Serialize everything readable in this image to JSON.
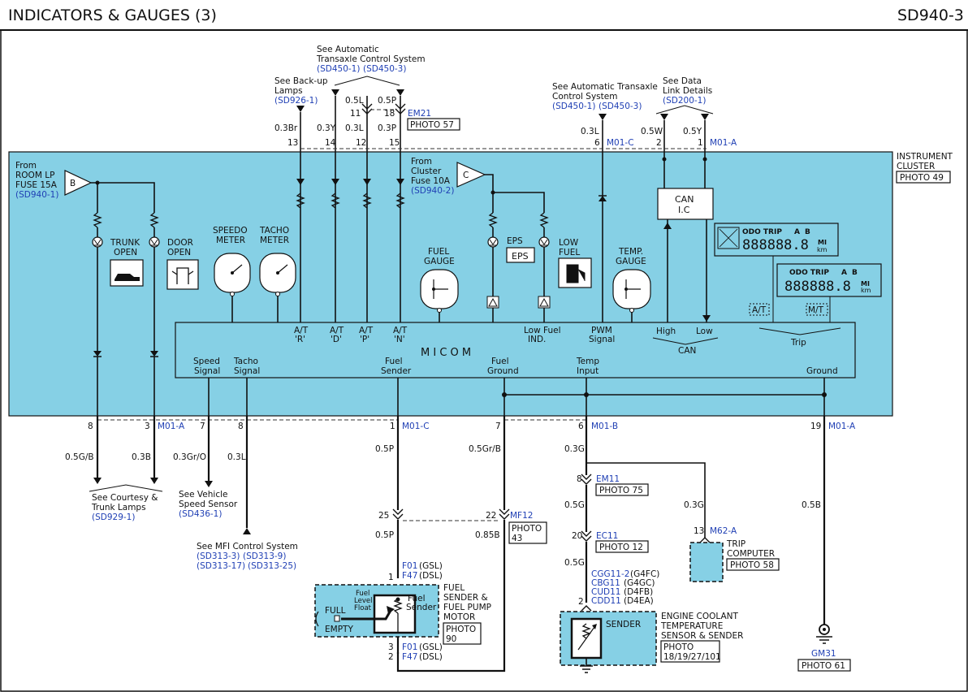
{
  "header": {
    "title": "INDICATORS & GAUGES (3)",
    "code": "SD940-3"
  },
  "refs": {
    "atcs_top": [
      "See Automatic",
      "Transaxle Control System"
    ],
    "atcs_top_codes": [
      "(SD450-1)",
      "(SD450-3)"
    ],
    "backup": [
      "See Back-up",
      "Lamps"
    ],
    "backup_code": "(SD926-1)",
    "atcs_right": [
      "See Automatic Transaxle",
      "Control System"
    ],
    "atcs_right_codes": [
      "(SD450-1)",
      "(SD450-3)"
    ],
    "dlc": [
      "See Data",
      "Link Details"
    ],
    "dlc_code": "(SD200-1)",
    "courtesy": [
      "See Courtesy &",
      "Trunk Lamps"
    ],
    "courtesy_code": "(SD929-1)",
    "vss": [
      "See Vehicle",
      "Speed Sensor"
    ],
    "vss_code": "(SD436-1)",
    "mfi": "See MFI Control System",
    "mfi_codes_1": [
      "(SD313-3)",
      "(SD313-9)"
    ],
    "mfi_codes_2": [
      "(SD313-17)",
      "(SD313-25)"
    ]
  },
  "cluster": {
    "label": [
      "INSTRUMENT",
      "CLUSTER"
    ],
    "photo": "PHOTO 49",
    "from_room": [
      "From",
      "ROOM LP",
      "FUSE 15A"
    ],
    "from_room_code": "(SD940-1)",
    "from_cluster": [
      "From",
      "Cluster",
      "Fuse 10A"
    ],
    "from_cluster_code": "(SD940-2)",
    "fuse_b": "B",
    "fuse_c": "C",
    "trunk": [
      "TRUNK",
      "OPEN"
    ],
    "door": [
      "DOOR",
      "OPEN"
    ],
    "speedo": [
      "SPEEDO",
      "METER"
    ],
    "tacho": [
      "TACHO",
      "METER"
    ],
    "fuel_gauge": [
      "FUEL",
      "GAUGE"
    ],
    "eps": "EPS",
    "low_fuel": [
      "LOW",
      "FUEL"
    ],
    "temp_gauge": [
      "TEMP.",
      "GAUGE"
    ],
    "can_ic": [
      "CAN",
      "I.C"
    ],
    "odo_trip": "ODO TRIP",
    "odo_a": "A",
    "odo_b": "B",
    "odo_digits": "888888.8",
    "unit_mi": "MI",
    "unit_km": "km",
    "at_tag": "A/T",
    "mt_tag": "M/T",
    "micom": "M I C O M",
    "micom_inputs": {
      "atr": [
        "A/T",
        "'R'"
      ],
      "atd": [
        "A/T",
        "'D'"
      ],
      "atp": [
        "A/T",
        "'P'"
      ],
      "atn": [
        "A/T",
        "'N'"
      ],
      "lowfuel": [
        "Low Fuel",
        "IND."
      ],
      "pwm": [
        "PWM",
        "Signal"
      ],
      "high": "High",
      "low": "Low",
      "can": "CAN",
      "trip": "Trip",
      "speed": [
        "Speed",
        "Signal"
      ],
      "tacho": [
        "Tacho",
        "Signal"
      ],
      "fuel_sender": [
        "Fuel",
        "Sender"
      ],
      "fuel_ground": [
        "Fuel",
        "Ground"
      ],
      "temp_input": [
        "Temp",
        "Input"
      ],
      "ground": "Ground"
    }
  },
  "top_wires": {
    "w13": "0.3Br",
    "p13": "13",
    "w14": "0.3Y",
    "p14": "14",
    "w12": "0.3L",
    "p12": "12",
    "w15": "0.3P",
    "p15": "15",
    "w11": "0.5L",
    "p11": "11",
    "w18": "0.5P",
    "p18": "18",
    "em21": "EM21",
    "em21_photo": "PHOTO 57",
    "w6": "0.3L",
    "p6": "6",
    "m01c": "M01-C",
    "w2": "0.5W",
    "p2": "2",
    "w1": "0.5Y",
    "p1": "1",
    "m01a": "M01-A"
  },
  "bottom_wires": {
    "p8": "8",
    "w8": "0.5G/B",
    "p3": "3",
    "w3": "0.3B",
    "m01a": "M01-A",
    "p7a": "7",
    "w7a": "0.3Gr/O",
    "p8b": "8",
    "w8b": "0.3L",
    "p1": "1",
    "m01c": "M01-C",
    "w1": "0.5P",
    "p7b": "7",
    "w7b": "0.5Gr/B",
    "p6": "6",
    "m01b": "M01-B",
    "w6": "0.3G",
    "p19": "19",
    "m01a2": "M01-A",
    "w19": "0.5B",
    "p25": "25",
    "w25": "0.5P",
    "p22": "22",
    "mf12": "MF12",
    "mf12_photo": [
      "PHOTO",
      "43"
    ],
    "w22": "0.85B",
    "p8c": "8",
    "em11": "EM11",
    "em11_photo": "PHOTO 75",
    "w_em11": "0.5G",
    "w_trip": "0.3G",
    "p20": "20",
    "ec11": "EC11",
    "ec11_photo": "PHOTO 12",
    "w_ec11": "0.5G",
    "p13": "13",
    "m62a": "M62-A",
    "p1f": "1",
    "f01a": "F01",
    "f01a_note": "(GSL)",
    "f47a": "F47",
    "f47a_note": "(DSL)",
    "p2t": "2",
    "cgg": "CGG11-2",
    "cgg_note": "(G4FC)",
    "cbg": "CBG11",
    "cbg_note": "(G4GC)",
    "cud": "CUD11",
    "cud_note": "(D4FB)",
    "cdd": "CDD11",
    "cdd_note": "(D4EA)",
    "p3f": "3",
    "p2f": "2",
    "f01b": "F01",
    "f01b_note": "(GSL)",
    "f47b": "F47",
    "f47b_note": "(DSL)",
    "gm31": "GM31",
    "gm31_photo": "PHOTO 61"
  },
  "components": {
    "fuel_sender_title": [
      "FUEL",
      "SENDER &",
      "FUEL PUMP",
      "MOTOR"
    ],
    "fuel_sender_photo": [
      "PHOTO",
      "90"
    ],
    "full": "FULL",
    "empty": "EMPTY",
    "fuel_level_float": [
      "Fuel",
      "Level",
      "Float"
    ],
    "fuel_sender_inner": [
      "Fuel",
      "Sender"
    ],
    "sender": "SENDER",
    "ect_title": [
      "ENGINE COOLANT",
      "TEMPERATURE",
      "SENSOR & SENDER"
    ],
    "ect_photo": [
      "PHOTO",
      "18/19/27/101"
    ],
    "trip_title": [
      "TRIP",
      "COMPUTER"
    ],
    "trip_photo": "PHOTO 58"
  }
}
